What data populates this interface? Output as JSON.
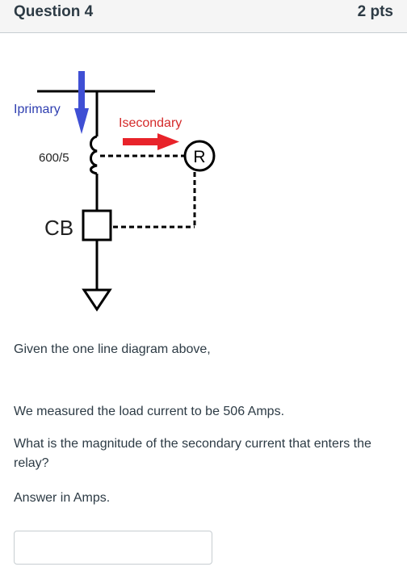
{
  "question": {
    "title": "Question 4",
    "points": "2 pts"
  },
  "diagram": {
    "label_primary": "Iprimary",
    "label_secondary": "Isecondary",
    "label_ratio": "600/5",
    "label_breaker": "CB",
    "label_relay": "R",
    "colors": {
      "primary_arrow": "#3f4fd4",
      "secondary_arrow": "#e8232a",
      "primary_text": "#2f3fb0",
      "secondary_text": "#d42a2a",
      "lines": "#000000"
    }
  },
  "body": {
    "intro": "Given the one line diagram above,",
    "measurement": "We measured the load current to be 506 Amps.",
    "prompt": "What is the magnitude of the secondary current that enters the relay?",
    "units_note": "Answer in Amps."
  },
  "answer": {
    "value": "",
    "placeholder": ""
  }
}
